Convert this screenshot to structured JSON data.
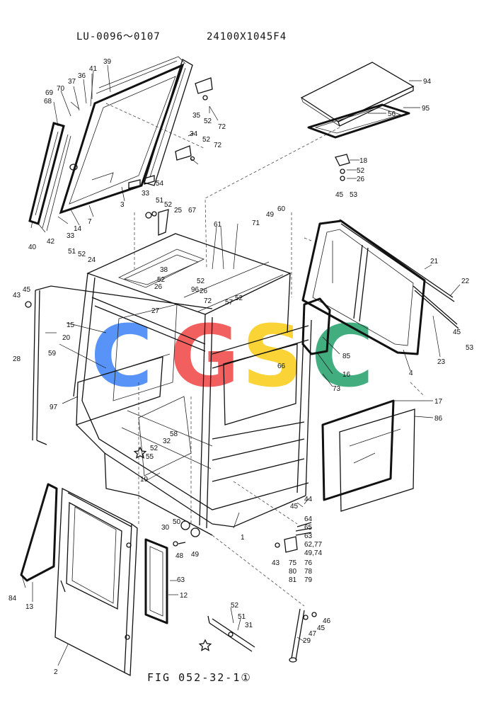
{
  "header": {
    "serial_range": "LU-0096～0107",
    "model_code": "24100X1045F4"
  },
  "caption": "FIG 052-32-1①",
  "watermark": {
    "letters": [
      "C",
      "G",
      "S",
      "C"
    ],
    "colors": [
      "#3b82f6",
      "#ef4444",
      "#facc15",
      "#22a06b"
    ]
  },
  "part_labels": {
    "p1": "1",
    "p2": "2",
    "p3": "3",
    "p4": "4",
    "p7": "7",
    "p12": "12",
    "p13": "13",
    "p14": "14",
    "p15": "15",
    "p16": "16",
    "p17": "17",
    "p18": "18",
    "p19": "19",
    "p20": "20",
    "p21": "21",
    "p22": "22",
    "p23": "23",
    "p24": "24",
    "p25": "25",
    "p26a": "26",
    "p26b": "26",
    "p26c": "26",
    "p27": "27",
    "p28": "28",
    "p29": "29",
    "p30": "30",
    "p31": "31",
    "p32": "32",
    "p33a": "33",
    "p33b": "33",
    "p34": "34",
    "p35": "35",
    "p36": "36",
    "p37": "37",
    "p38": "38",
    "p39": "39",
    "p40": "40",
    "p41": "41",
    "p42": "42",
    "p43a": "43",
    "p43b": "43",
    "p44": "44",
    "p45a": "45",
    "p45b": "45",
    "p45c": "45",
    "p45d": "45",
    "p45e": "45",
    "p46": "46",
    "p47": "47",
    "p48": "48",
    "p49a": "49",
    "p49b": "49",
    "p50": "50",
    "p51a": "51",
    "p51b": "51",
    "p51c": "51",
    "p52a": "52",
    "p52b": "52",
    "p52c": "52",
    "p52d": "52",
    "p52e": "52",
    "p52f": "52",
    "p52g": "52",
    "p52h": "52",
    "p52i": "52",
    "p52j": "52",
    "p53a": "53",
    "p53b": "53",
    "p54": "54",
    "p55": "55",
    "p56": "56",
    "p57": "57",
    "p58": "58",
    "p59": "59",
    "p60": "60",
    "p61": "61",
    "p63a": "63",
    "p63b": "63",
    "p64": "64",
    "p65": "65",
    "p66": "66",
    "p67": "67",
    "p68": "68",
    "p69": "69",
    "p70": "70",
    "p71": "71",
    "p72a": "72",
    "p72b": "72",
    "p72c": "72",
    "p73": "73",
    "p75": "75",
    "p76": "76",
    "p78": "78",
    "p79": "79",
    "p80": "80",
    "p81": "81",
    "p84": "84",
    "p85": "85",
    "p86": "86",
    "p94": "94",
    "p95": "95",
    "p96": "96",
    "p97": "97",
    "p6277": "62,77",
    "p4974": "49,74"
  }
}
